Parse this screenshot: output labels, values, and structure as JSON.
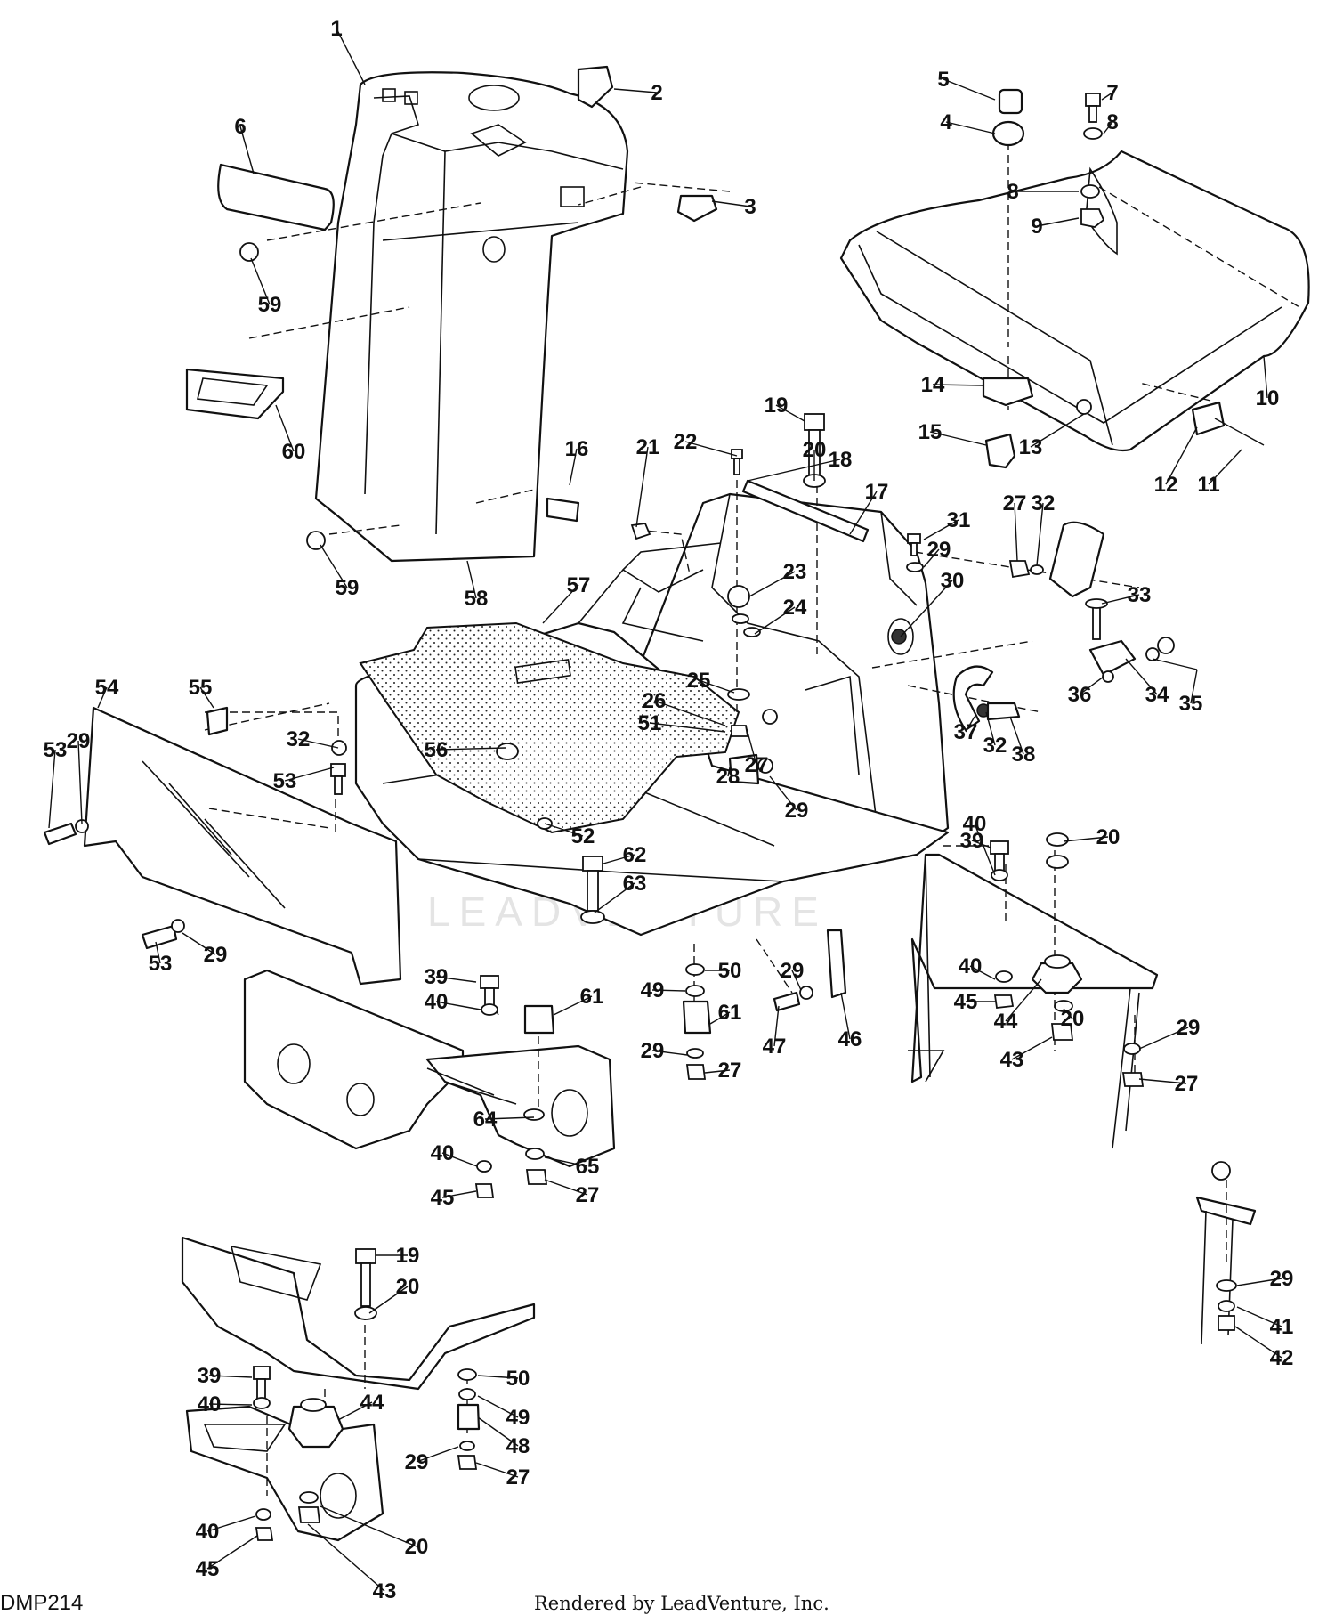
{
  "diagram": {
    "code": "DMP214",
    "credit": "Rendered by LeadVenture, Inc.",
    "watermark": "LEADVENTURE",
    "callouts": [
      "1",
      "2",
      "3",
      "4",
      "5",
      "6",
      "7",
      "8",
      "8",
      "9",
      "10",
      "11",
      "12",
      "13",
      "14",
      "15",
      "16",
      "17",
      "18",
      "19",
      "20",
      "21",
      "22",
      "23",
      "24",
      "25",
      "26",
      "51",
      "27",
      "28",
      "29",
      "30",
      "31",
      "29",
      "27",
      "32",
      "33",
      "34",
      "35",
      "36",
      "37",
      "32",
      "38",
      "59",
      "60",
      "59",
      "58",
      "57",
      "54",
      "55",
      "53",
      "29",
      "32",
      "53",
      "56",
      "52",
      "62",
      "63",
      "53",
      "29",
      "39",
      "40",
      "20",
      "40",
      "45",
      "44",
      "20",
      "43",
      "29",
      "27",
      "39",
      "40",
      "61",
      "64",
      "40",
      "45",
      "65",
      "27",
      "50",
      "49",
      "61",
      "29",
      "27",
      "29",
      "47",
      "46",
      "19",
      "20",
      "39",
      "40",
      "44",
      "50",
      "49",
      "48",
      "29",
      "27",
      "40",
      "45",
      "20",
      "43",
      "29",
      "41",
      "42"
    ]
  }
}
